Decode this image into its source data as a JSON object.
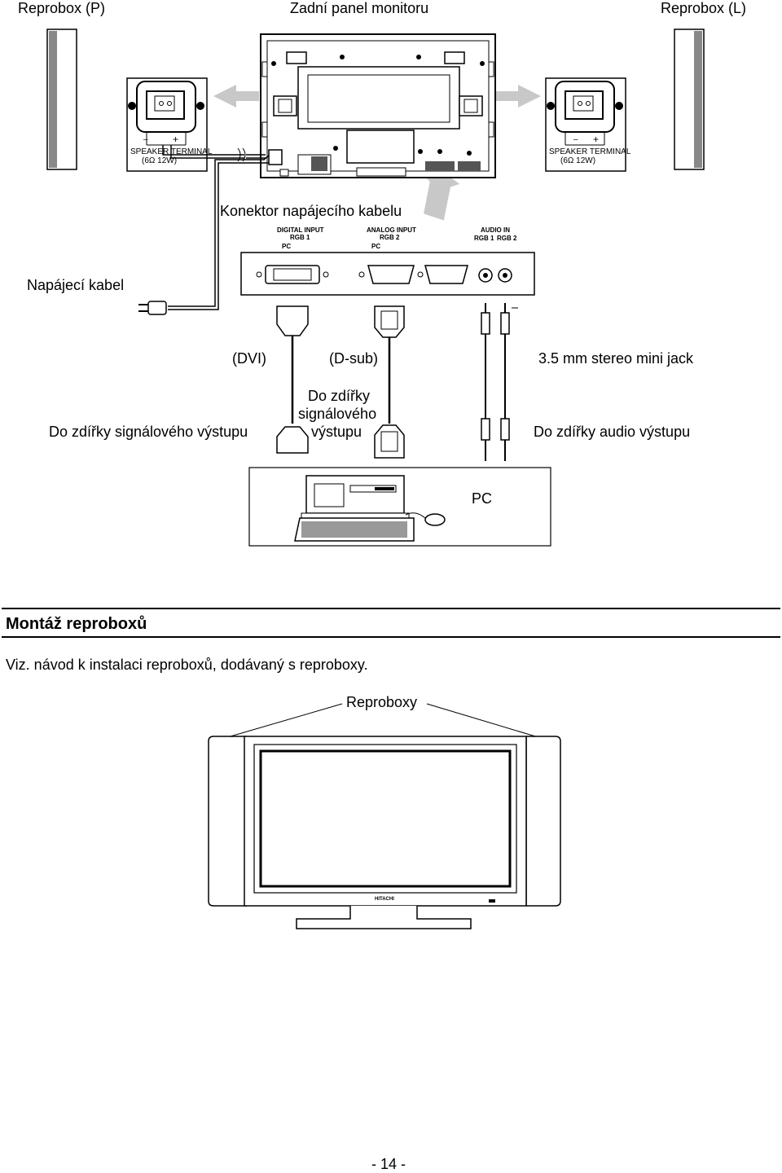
{
  "diagram": {
    "speaker_right_label": "Reprobox (P)",
    "monitor_back_label": "Zadní panel monitoru",
    "speaker_left_label": "Reprobox (L)",
    "speaker_terminal": "SPEAKER TERMINAL",
    "speaker_terminal_spec": "(6Ω 12W)",
    "terminal_minus": "–",
    "terminal_plus": "+",
    "power_connector_label": "Konektor napájecího kabelu",
    "power_cable_label": "Napájecí kabel",
    "panel": {
      "digital_input": "DIGITAL INPUT",
      "rgb1": "RGB 1",
      "analog_input": "ANALOG INPUT",
      "rgb2": "RGB 2",
      "audio_in": "AUDIO IN",
      "audio_rgb1": "RGB 1",
      "audio_rgb2": "RGB 2",
      "pc": "PC"
    },
    "dvi_label": "(DVI)",
    "dsub_label": "(D-sub)",
    "jack_label": "3.5 mm stereo mini jack",
    "signal_out_left": "Do zdířky signálového výstupu",
    "signal_out_center_1": "Do zdířky",
    "signal_out_center_2": "signálového",
    "signal_out_center_3": "výstupu",
    "audio_out_label": "Do zdířky audio výstupu",
    "pc_label": "PC"
  },
  "section": {
    "title": "Montáž reproboxů",
    "text": "Viz. návod k instalaci reproboxů, dodávaný s reproboxy.",
    "speakers_label": "Reproboxy",
    "brand": "HITACHI"
  },
  "page_number": "- 14 -"
}
